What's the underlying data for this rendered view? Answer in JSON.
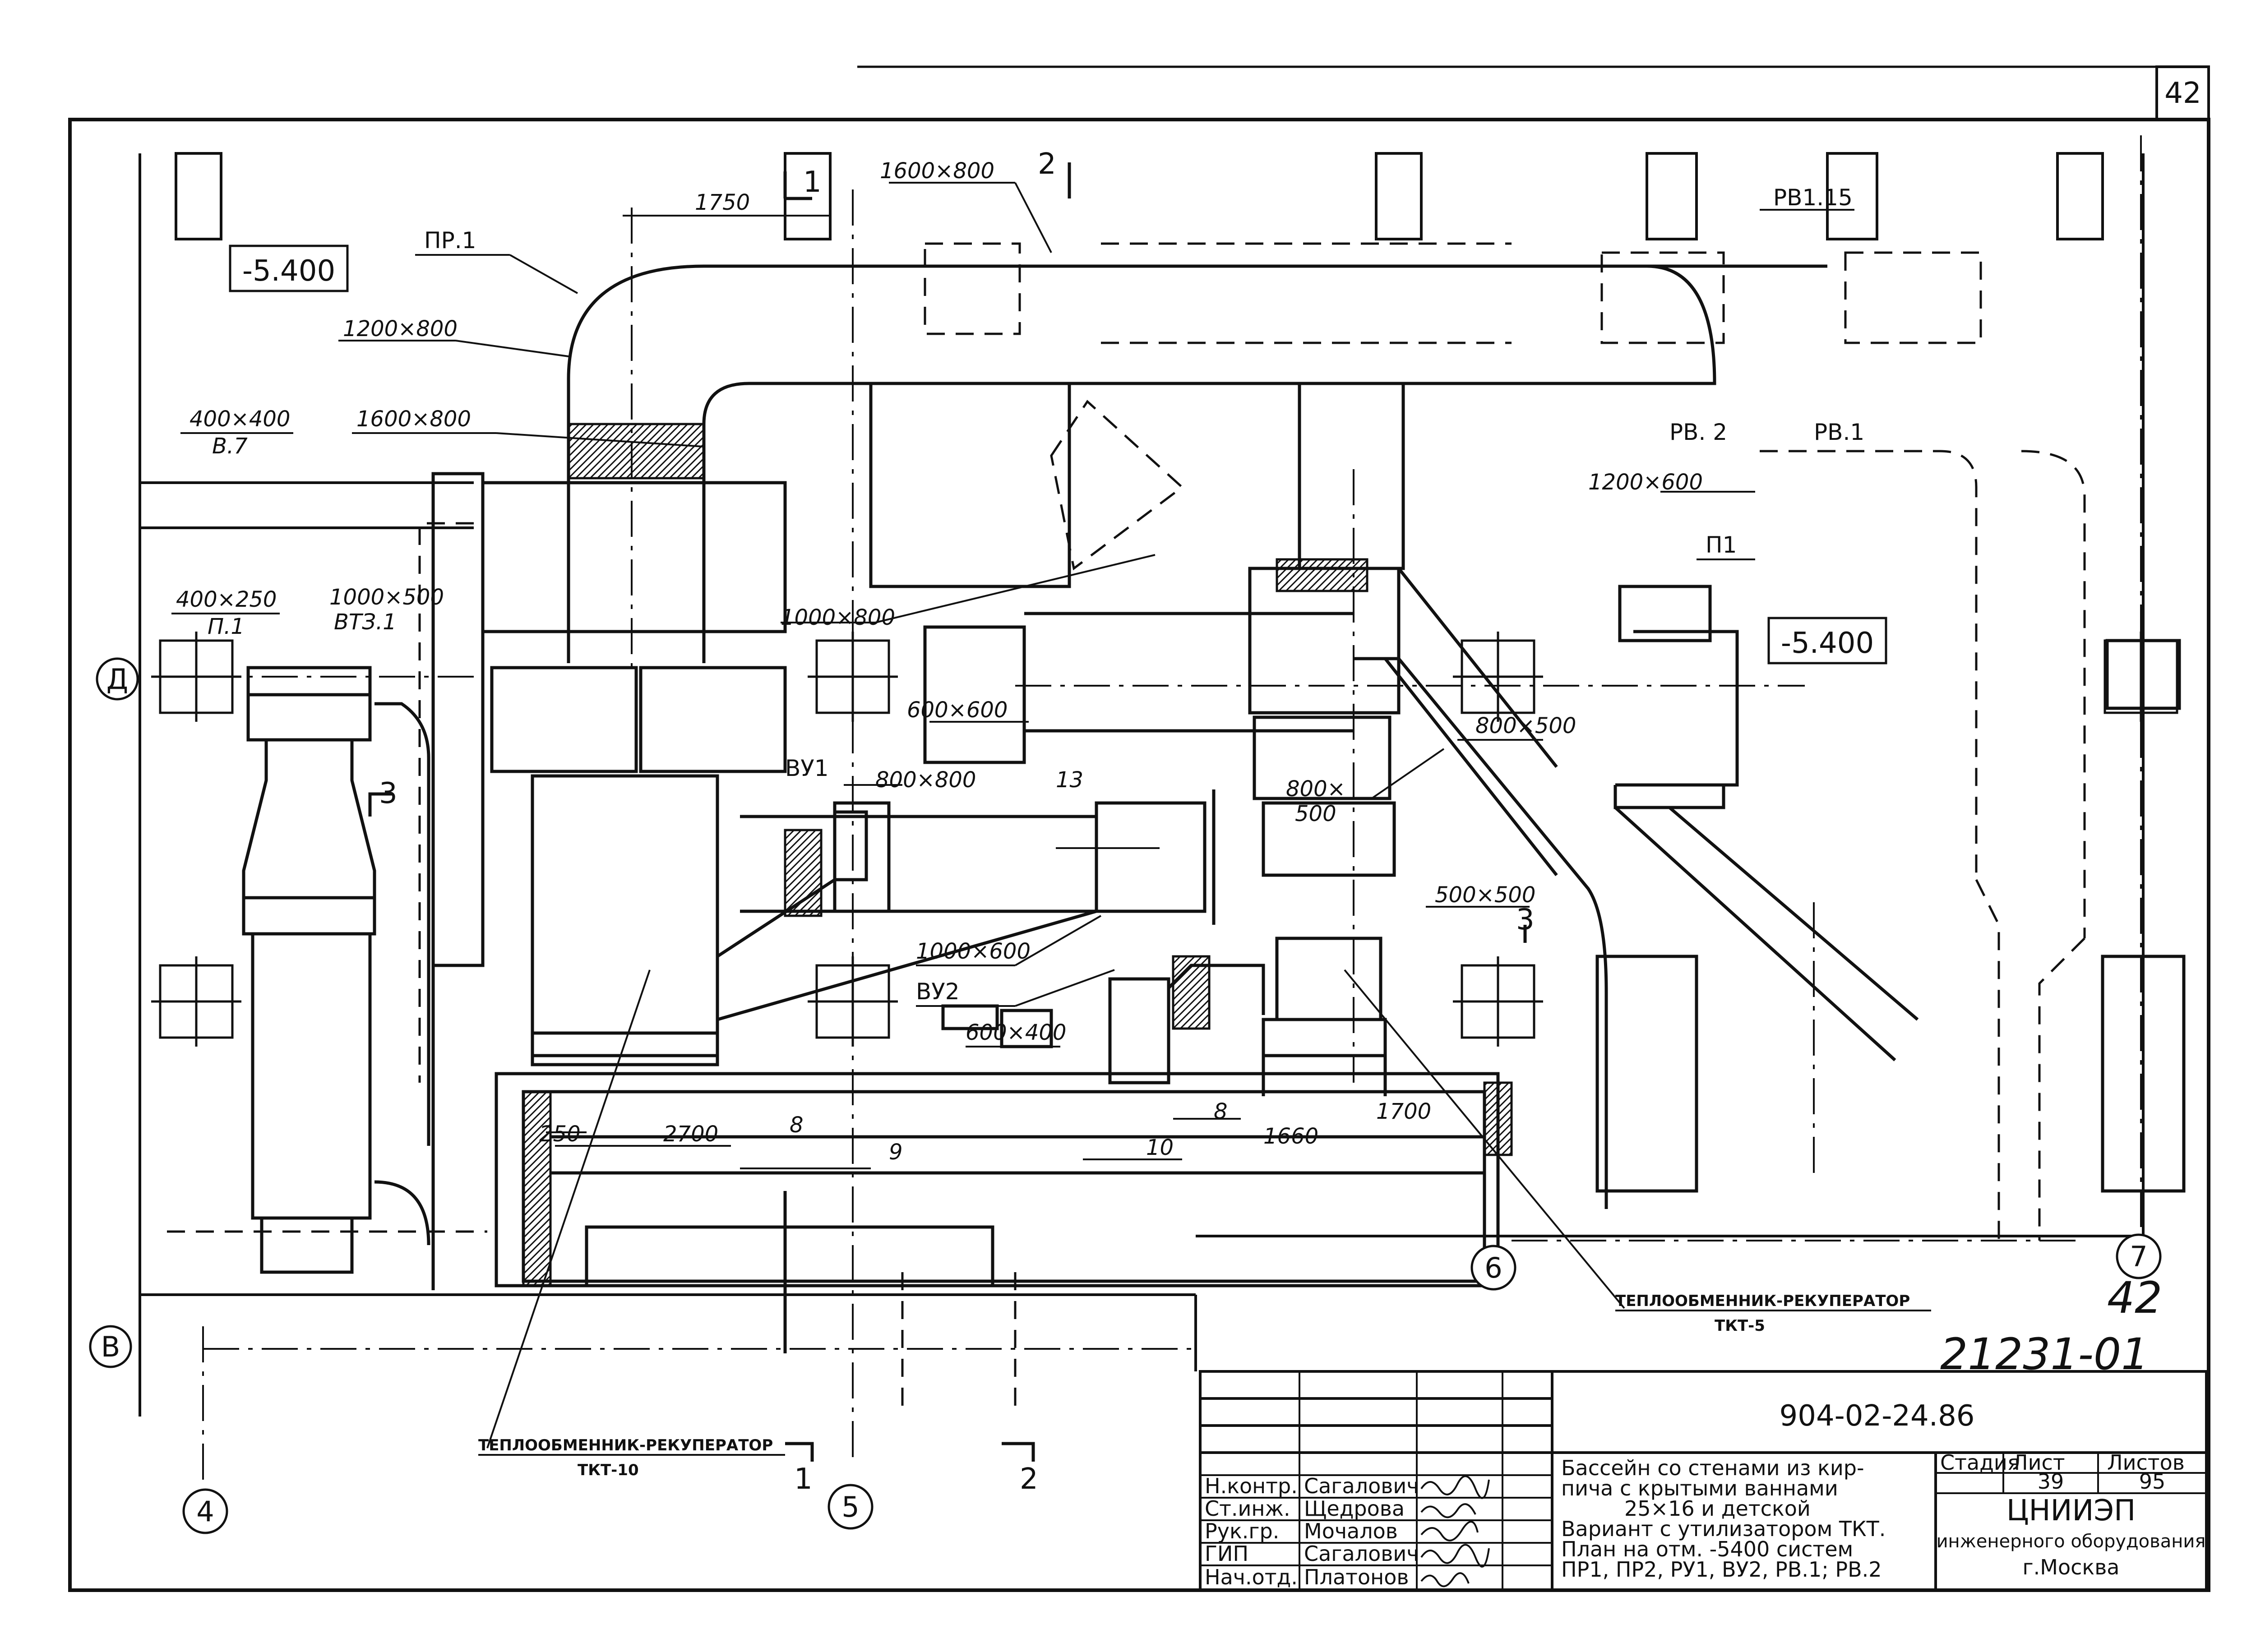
{
  "sheet": {
    "corner_number": "42",
    "page_mark_handwritten": "42",
    "doc_number_handwritten": "21231-01"
  },
  "elevations": {
    "left": "-5.400",
    "right": "-5.400"
  },
  "grid_axes": {
    "left_d": "Д",
    "left_v": "В",
    "bottom": [
      "4",
      "5",
      "6",
      "7"
    ]
  },
  "section_marks": {
    "s1_top": "1",
    "s2_top": "2",
    "s1_bottom": "1",
    "s2_bottom": "2",
    "s3_left": "3",
    "s3_right": "3"
  },
  "duct_labels": {
    "d1750": "1750",
    "d1600x800_top": "1600×800",
    "pr1": "ПР.1",
    "d1200x800": "1200×800",
    "d400x400": "400×400",
    "v7": "В.7",
    "d1600x800_mid": "1600×800",
    "d400x250": "400×250",
    "p1_small": "П.1",
    "d1000x500": "1000×500",
    "vt31": "ВТЗ.1",
    "d1000x800": "1000×800",
    "rv115": "РВ1.15",
    "rv2": "РВ. 2",
    "rv1": "РВ.1",
    "d1200x600": "1200×600",
    "p1": "П1",
    "d800x500_right": "800×500",
    "d600x600": "600×600",
    "vu1": "ВУ1",
    "d800x800": "800×800",
    "n13": "13",
    "d800x500_mid_a": "800×",
    "d800x500_mid_b": "500",
    "d500x500": "500×500",
    "d1000x600": "1000×600",
    "vu2": "ВУ2",
    "d600x400": "600×400",
    "d250": "250",
    "d2700": "2700",
    "n8a": "8",
    "n9": "9",
    "n8b": "8",
    "d1700": "1700",
    "d1660": "1660",
    "n10": "10"
  },
  "notes": {
    "tkt5_a": "ТЕПЛООБМЕННИК-РЕКУПЕРАТОР",
    "tkt5_b": "ТКТ-5",
    "tkt10_a": "ТЕПЛООБМЕННИК-РЕКУПЕРАТОР",
    "tkt10_b": "ТКТ-10"
  },
  "title_block": {
    "code": "904-02-24.86",
    "roles": [
      {
        "role": "Н.контр.",
        "name": "Сагалович"
      },
      {
        "role": "Ст.инж.",
        "name": "Щедрова"
      },
      {
        "role": "Рук.гр.",
        "name": "Мочалов"
      },
      {
        "role": "ГИП",
        "name": "Сагалович"
      },
      {
        "role": "Нач.отд.",
        "name": "Платонов"
      }
    ],
    "description": [
      "Бассейн со стенами из кир-",
      "пича с крытыми ваннами",
      "25×16 и детской",
      "Вариант с утилизатором ТКТ.",
      "План на отм. -5400 систем",
      "ПР1, ПР2, РУ1, ВУ2, РВ.1; РВ.2"
    ],
    "stage_header": "Стадия",
    "sheet_header": "Лист",
    "sheets_header": "Листов",
    "stage": "",
    "sheet": "39",
    "sheets": "95",
    "org_1": "ЦНИИЭП",
    "org_2": "инженерного оборудования",
    "org_3": "г.Москва"
  }
}
